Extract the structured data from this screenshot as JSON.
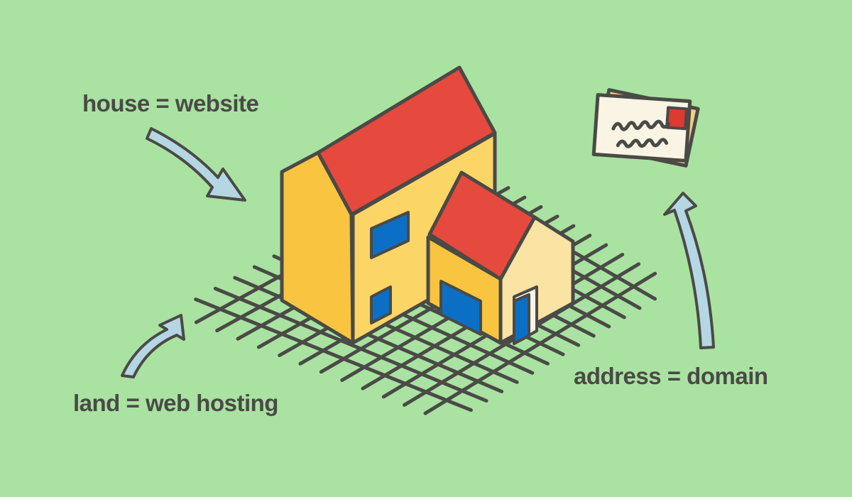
{
  "labels": {
    "house": "house = website",
    "land": "land = web hosting",
    "address": "address = domain"
  },
  "icons": {
    "big_house": "house-icon",
    "small_house": "house-icon",
    "envelope": "envelope-icon",
    "grid": "land-grid-icon",
    "arrow_to_house": "curved-arrow-icon",
    "arrow_to_land": "curved-arrow-icon",
    "arrow_to_envelope": "curved-arrow-icon"
  },
  "colors": {
    "background": "#a9e2a1",
    "text": "#4a4a46",
    "outline": "#4a4a46",
    "grid_line": "#4a4a46",
    "wall_yellow": "#f9c440",
    "wall_yellow_light": "#fcd567",
    "wall_cream": "#fae3a3",
    "roof_red": "#e6493d",
    "window_blue": "#0b70c5",
    "door_white": "#f9f4e3",
    "arrow_blue": "#b5d6e3",
    "envelope_front": "#f9f4e3",
    "envelope_back": "#f4cd87",
    "stamp_red": "#dd3a30"
  }
}
